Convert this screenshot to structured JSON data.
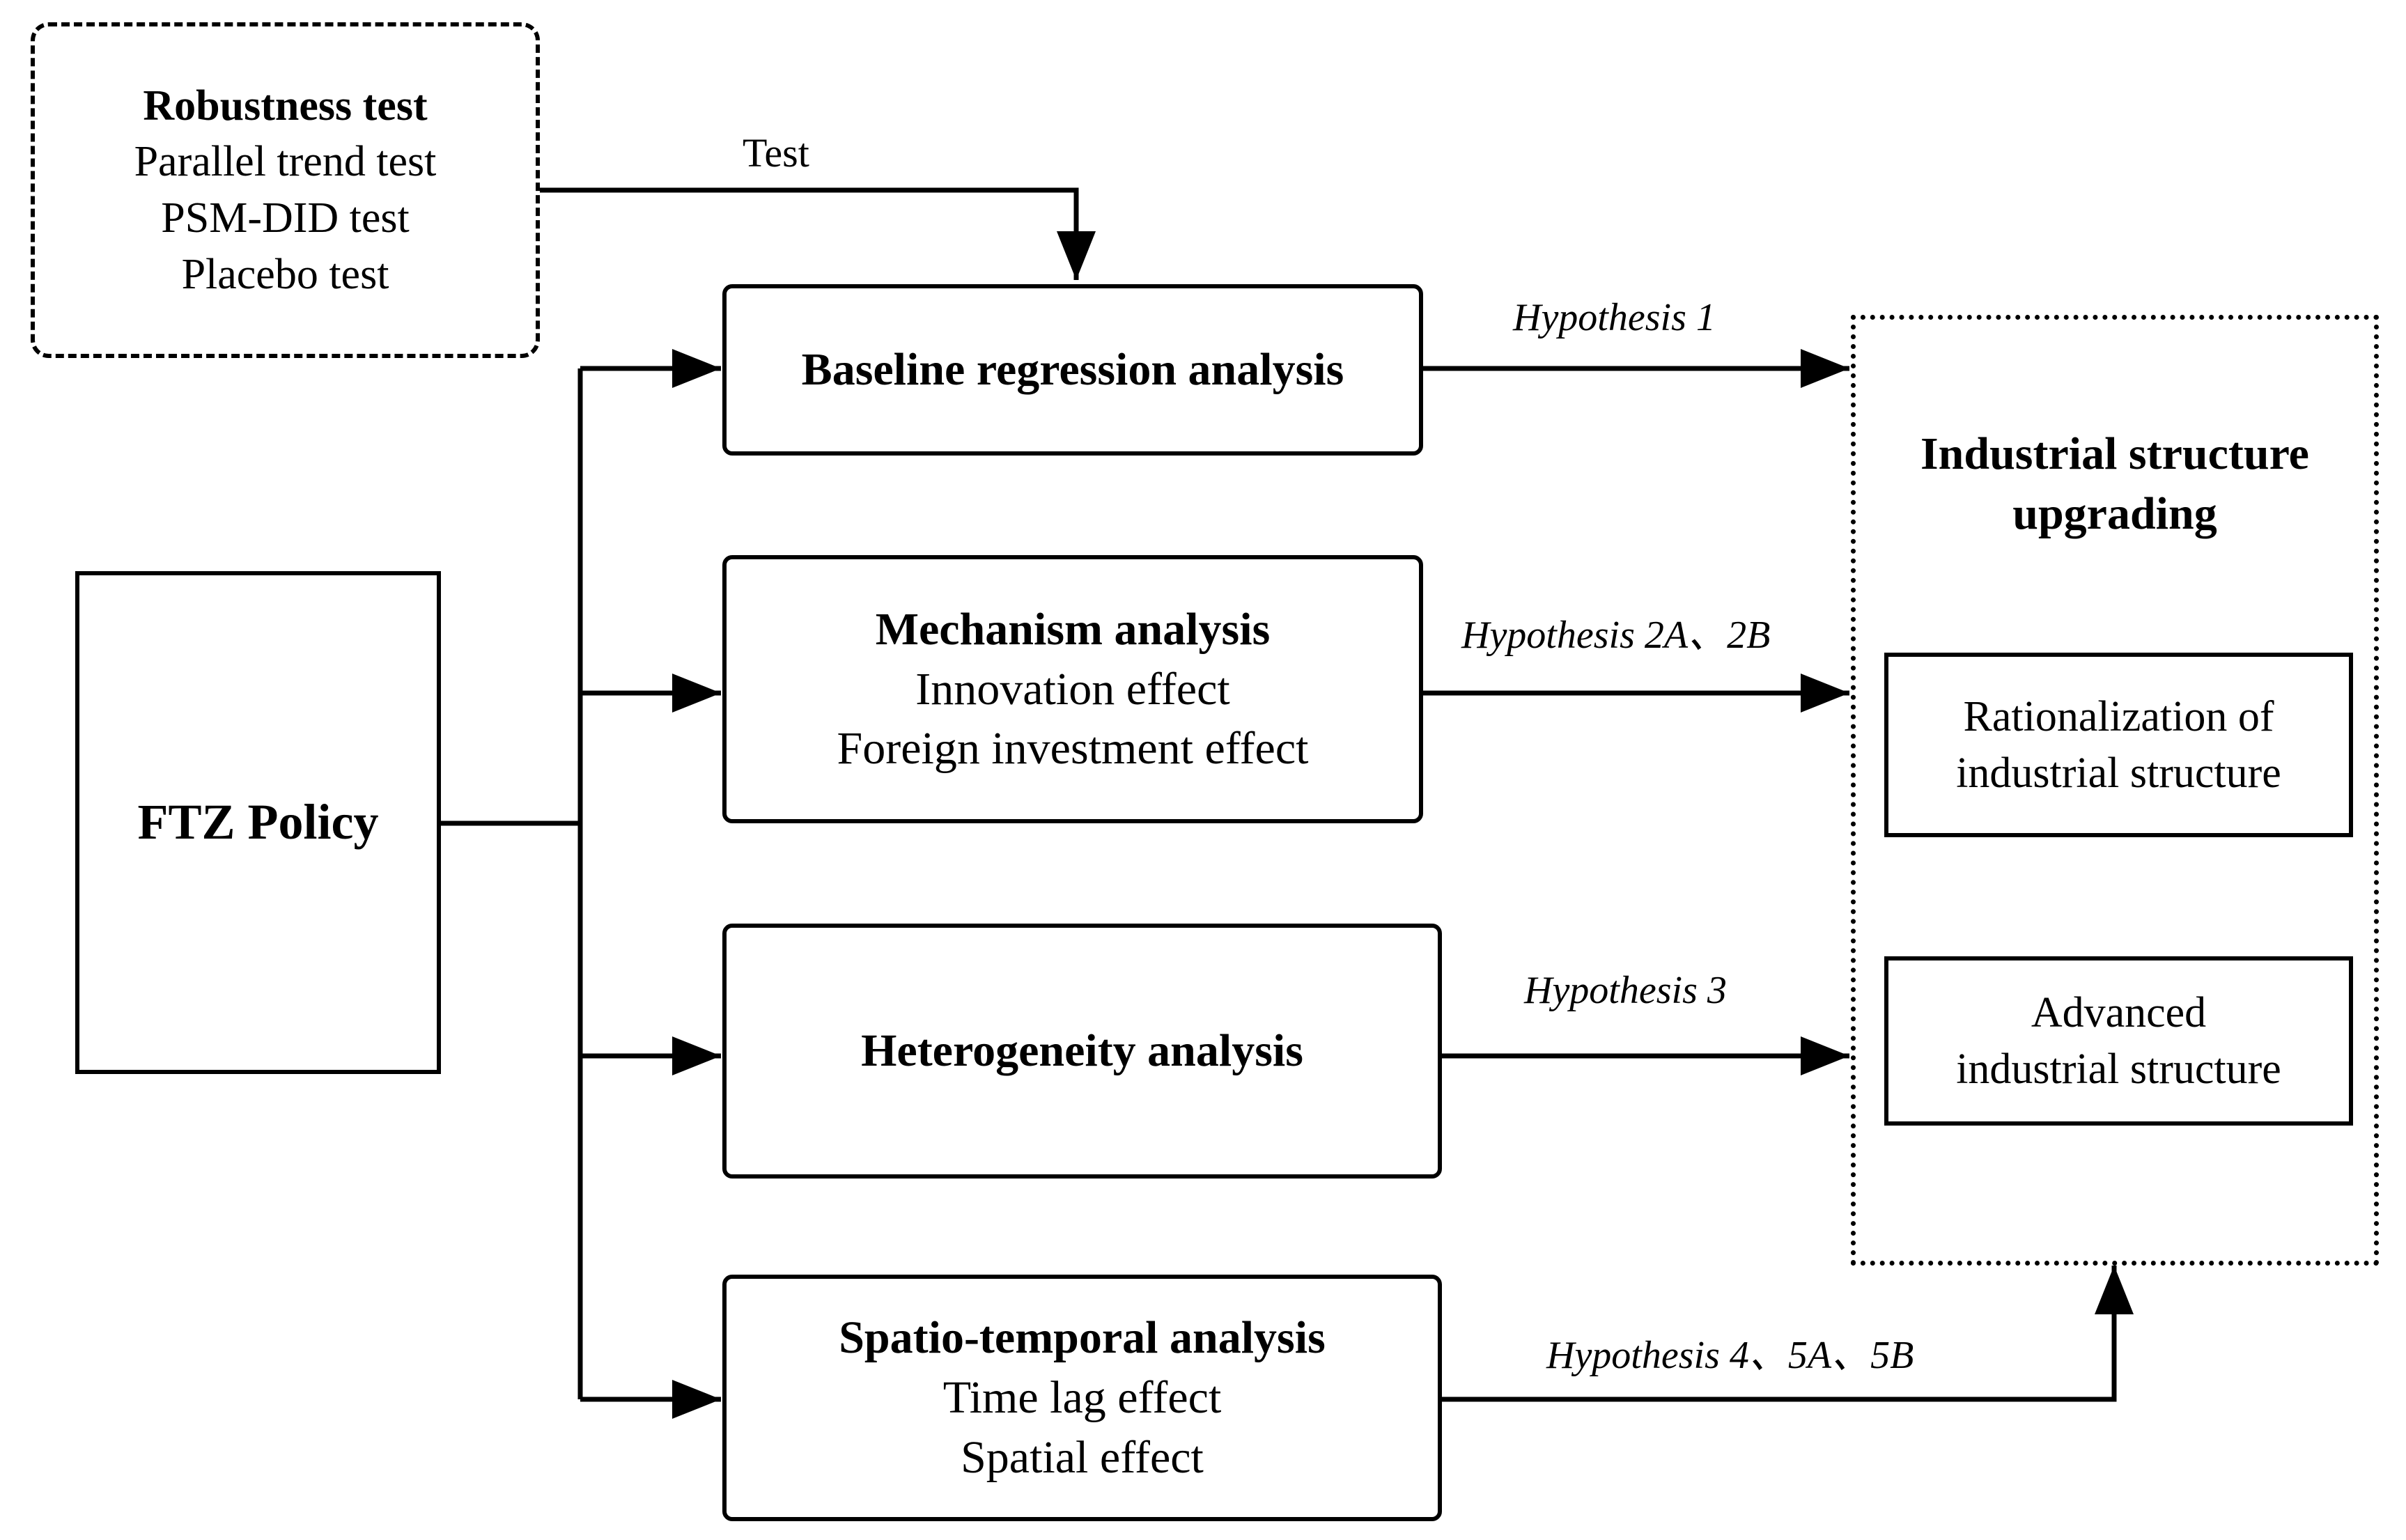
{
  "robustness": {
    "title": "Robustness test",
    "items": [
      "Parallel trend test",
      "PSM-DID test",
      "Placebo test"
    ]
  },
  "test_label": "Test",
  "ftz": {
    "title": "FTZ Policy"
  },
  "baseline": {
    "title": "Baseline regression analysis"
  },
  "mechanism": {
    "title": "Mechanism analysis",
    "items": [
      "Innovation effect",
      "Foreign investment effect"
    ]
  },
  "heterogeneity": {
    "title": "Heterogeneity analysis"
  },
  "spatiotemporal": {
    "title": "Spatio-temporal analysis",
    "items": [
      "Time lag effect",
      "Spatial effect"
    ]
  },
  "hypotheses": {
    "h1": "Hypothesis 1",
    "h2": "Hypothesis 2A、2B",
    "h3": "Hypothesis 3",
    "h4": "Hypothesis 4、5A、5B"
  },
  "outcome": {
    "title_line1": "Industrial structure",
    "title_line2": "upgrading",
    "rationalization": [
      "Rationalization of",
      "industrial structure"
    ],
    "advanced": [
      "Advanced",
      "industrial structure"
    ]
  }
}
